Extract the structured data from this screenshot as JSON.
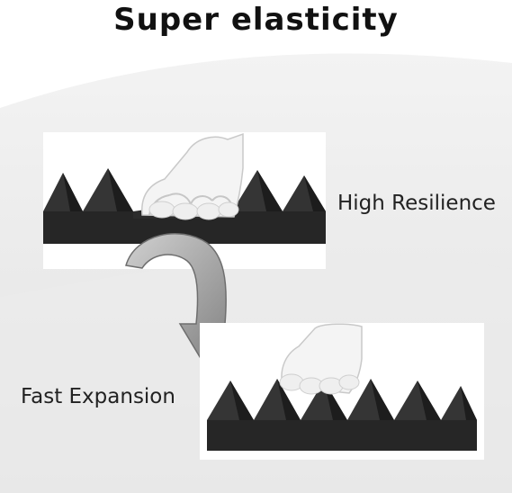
{
  "title": "Super elasticity",
  "captions": {
    "top": "High Resilience",
    "bottom": "Fast Expansion"
  },
  "images": {
    "top": "hand-compressing-acoustic-foam",
    "bottom": "foam-expanding-after-release"
  },
  "icons": {
    "arrow": "curved-down-arrow-icon"
  },
  "colors": {
    "background": "#ffffff",
    "wave": "#e6e6e6",
    "foam": "#2b2b2b",
    "arrow": "#9a9a9a",
    "text": "#111111"
  }
}
